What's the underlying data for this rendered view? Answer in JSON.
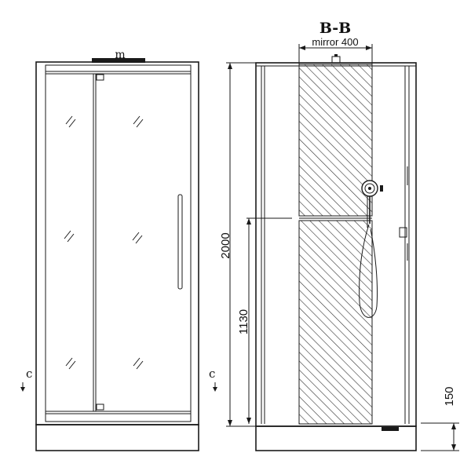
{
  "section_title": "B-B",
  "mirror_label": "mirror 400",
  "front_marker": "m",
  "cut_marker_left": "c",
  "cut_marker_right": "c",
  "dimensions": {
    "overall_height": "2000",
    "mirror_height": "1130",
    "tray_height": "150"
  },
  "colors": {
    "line": "#1a1a1a",
    "hatch": "#333333",
    "background": "#ffffff"
  }
}
